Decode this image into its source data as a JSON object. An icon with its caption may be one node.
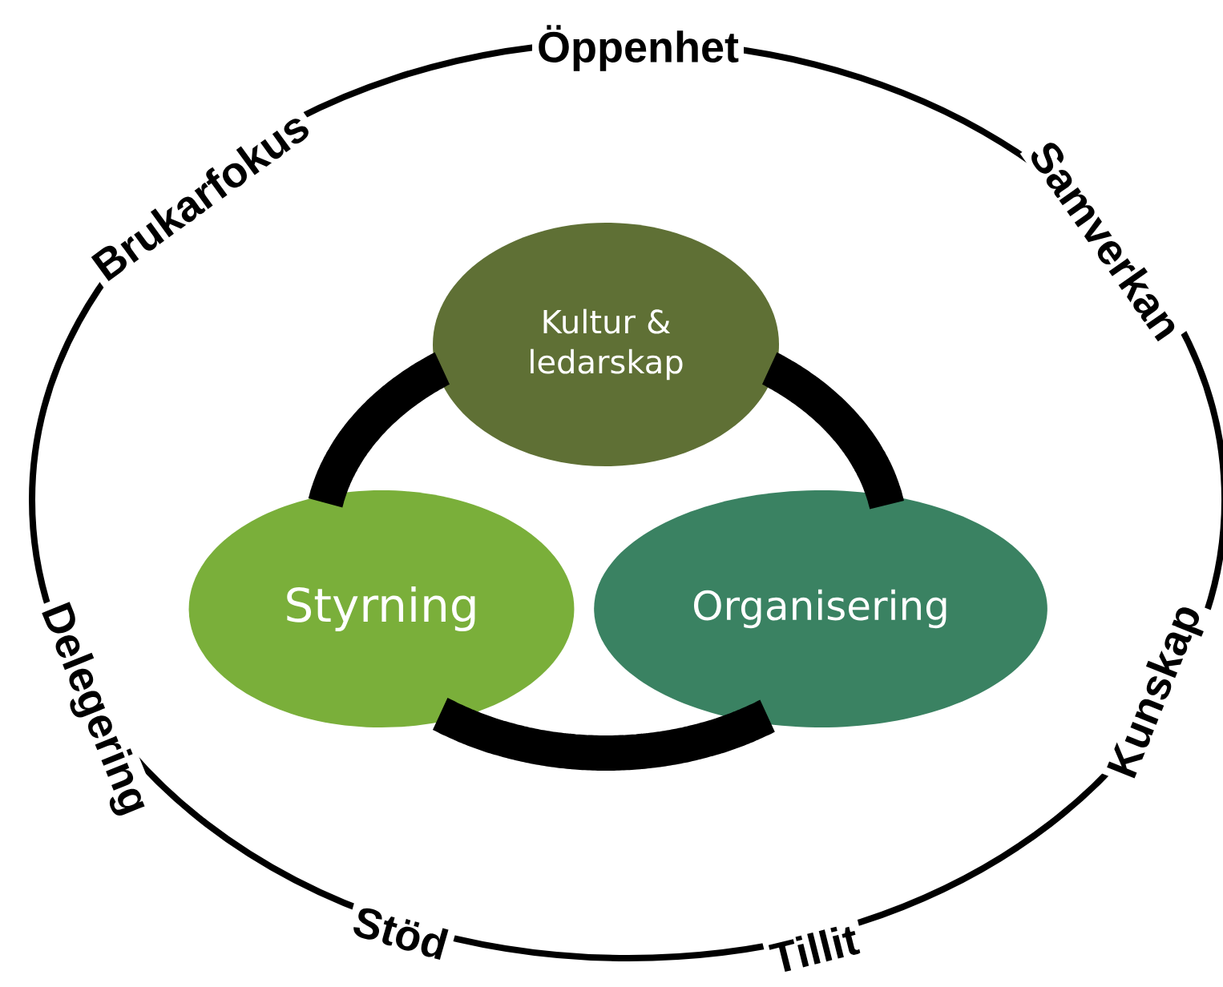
{
  "diagram": {
    "nodes": [
      {
        "text": [
          "Kultur & ledarskap"
        ]
      },
      {
        "text": [
          "Styrning"
        ]
      },
      {
        "text": [
          "Organisering"
        ]
      }
    ],
    "edges": [
      {
        "from": 0,
        "to": 1,
        "arrow": "none"
      },
      {
        "from": 1,
        "to": 2,
        "arrow": "none"
      },
      {
        "from": 2,
        "to": 0,
        "arrow": "none"
      }
    ],
    "labels": [
      "Öppenhet",
      "Samverkan",
      "Kunskap",
      "Tillit",
      "Stöd",
      "Delegering",
      "Brukarfokus"
    ]
  }
}
